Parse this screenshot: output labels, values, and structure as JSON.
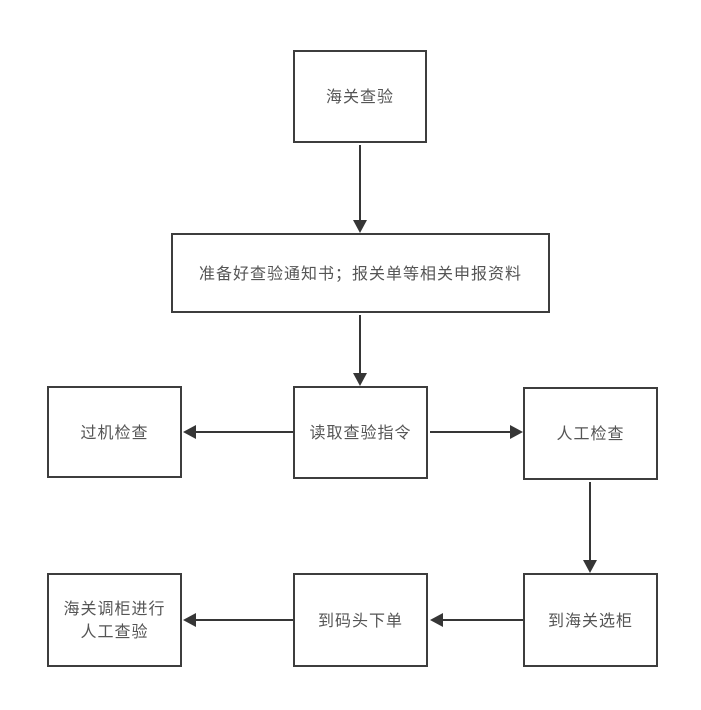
{
  "diagram": {
    "type": "flowchart",
    "background_color": "#ffffff",
    "box_border_color": "#3d3d3d",
    "text_color": "#555555",
    "arrow_color": "#363636",
    "nodes": {
      "customs_inspection": "海关查验",
      "prepare_documents": "准备好查验通知书；报关单等相关申报资料",
      "machine_check": "过机检查",
      "read_instruction": "读取查验指令",
      "manual_check": "人工检查",
      "transfer_line1": "海关调柜进行",
      "transfer_line2": "人工查验",
      "dock_order": "到码头下单",
      "select_container": "到海关选柜"
    },
    "edges": [
      {
        "from": "customs_inspection",
        "to": "prepare_documents",
        "direction": "down"
      },
      {
        "from": "prepare_documents",
        "to": "read_instruction",
        "direction": "down"
      },
      {
        "from": "read_instruction",
        "to": "machine_check",
        "direction": "left"
      },
      {
        "from": "read_instruction",
        "to": "manual_check",
        "direction": "right"
      },
      {
        "from": "manual_check",
        "to": "select_container",
        "direction": "down"
      },
      {
        "from": "select_container",
        "to": "dock_order",
        "direction": "left"
      },
      {
        "from": "dock_order",
        "to": "transfer_manual_inspection",
        "direction": "left"
      }
    ]
  }
}
